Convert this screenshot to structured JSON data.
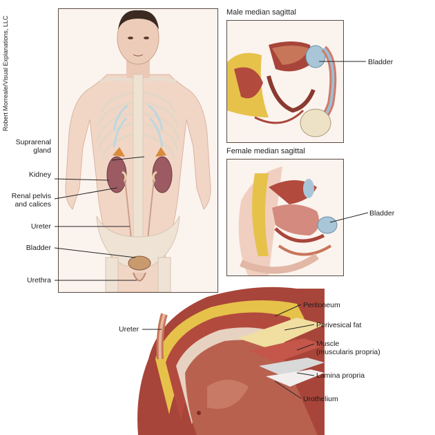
{
  "credit": "Robert Morreale/Visual Explanations, LLC",
  "body_figure": {
    "labels": {
      "suprarenal": "Suprarenal\ngland",
      "kidney": "Kidney",
      "renal_pelvis": "Renal pelvis\nand calices",
      "ureter": "Ureter",
      "bladder": "Bladder",
      "urethra": "Urethra"
    }
  },
  "male_panel": {
    "title": "Male median sagittal",
    "bladder_label": "Bladder"
  },
  "female_panel": {
    "title": "Female median sagittal",
    "bladder_label": "Bladder"
  },
  "wall_section": {
    "labels": {
      "ureter": "Ureter",
      "peritoneum": "Peritoneum",
      "perivesical_fat": "Perivesical fat",
      "muscle": "Muscle\n(muscularis propria)",
      "lamina_propria": "Lamina propria",
      "urothelium": "Urothelium"
    }
  },
  "colors": {
    "skin": "#f1d6c6",
    "bone": "#f3eadf",
    "kidney": "#9c5a63",
    "fat": "#e6c24a",
    "muscle": "#a8453a",
    "bladder_blue": "#a9c6d8",
    "frame": "#5a4a44"
  }
}
